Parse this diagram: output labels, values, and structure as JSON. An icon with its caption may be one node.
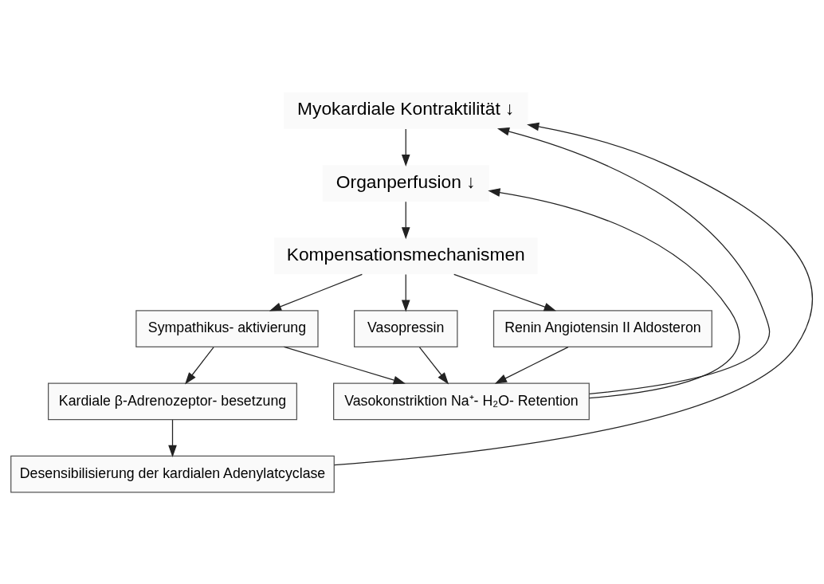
{
  "diagram": {
    "nodes": [
      {
        "text": [
          "Myokardiale Kontraktilität ↓"
        ]
      },
      {
        "text": [
          "Organperfusion ↓"
        ]
      },
      {
        "text": [
          "Kompensationsmechanismen"
        ]
      },
      {
        "text": [
          "Sympathikus- aktivierung"
        ]
      },
      {
        "text": [
          "Vasopressin"
        ]
      },
      {
        "text": [
          "Renin Angiotensin II Aldosteron"
        ]
      },
      {
        "text": [
          "Kardiale β-Adrenozeptor- besetzung"
        ]
      },
      {
        "text": [
          "Vasokonstriktion Na⁺- H₂O- Retention"
        ]
      },
      {
        "text": [
          "Desensibilisierung der kardialen Adenylatcyclase"
        ]
      }
    ],
    "edges": [
      {
        "from": 0,
        "to": 1,
        "arrow": "to"
      },
      {
        "from": 1,
        "to": 2,
        "arrow": "to"
      },
      {
        "from": 2,
        "to": 3,
        "arrow": "to"
      },
      {
        "from": 2,
        "to": 4,
        "arrow": "to"
      },
      {
        "from": 2,
        "to": 5,
        "arrow": "to"
      },
      {
        "from": 3,
        "to": 6,
        "arrow": "to"
      },
      {
        "from": 3,
        "to": 7,
        "arrow": "to"
      },
      {
        "from": 4,
        "to": 7,
        "arrow": "to"
      },
      {
        "from": 5,
        "to": 7,
        "arrow": "to"
      },
      {
        "from": 6,
        "to": 8,
        "arrow": "to"
      },
      {
        "from": 8,
        "to": 0,
        "arrow": "to"
      },
      {
        "from": 7,
        "to": 1,
        "arrow": "to"
      },
      {
        "from": 7,
        "to": 0,
        "arrow": "to"
      }
    ]
  }
}
